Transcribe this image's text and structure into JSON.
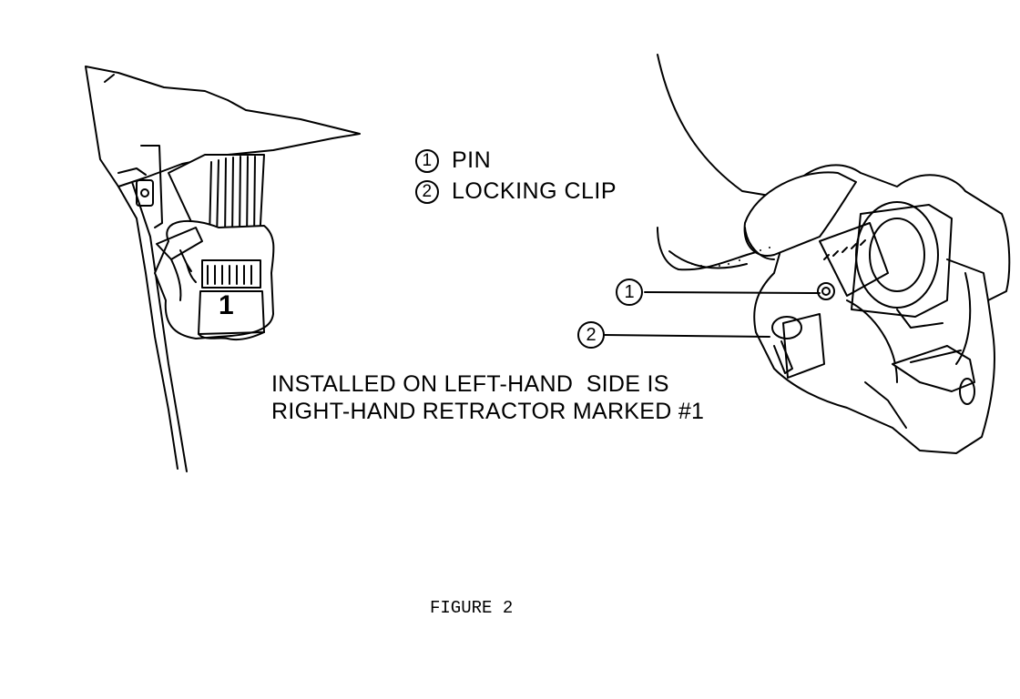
{
  "legend": [
    {
      "number": "1",
      "label": "PIN"
    },
    {
      "number": "2",
      "label": "LOCKING CLIP"
    }
  ],
  "caption": {
    "line1": "INSTALLED ON LEFT-HAND  SIDE IS",
    "line2": "RIGHT-HAND RETRACTOR MARKED #1"
  },
  "callouts": [
    "1",
    "2"
  ],
  "retractor_marker": "1",
  "figure_label": "FIGURE 2"
}
